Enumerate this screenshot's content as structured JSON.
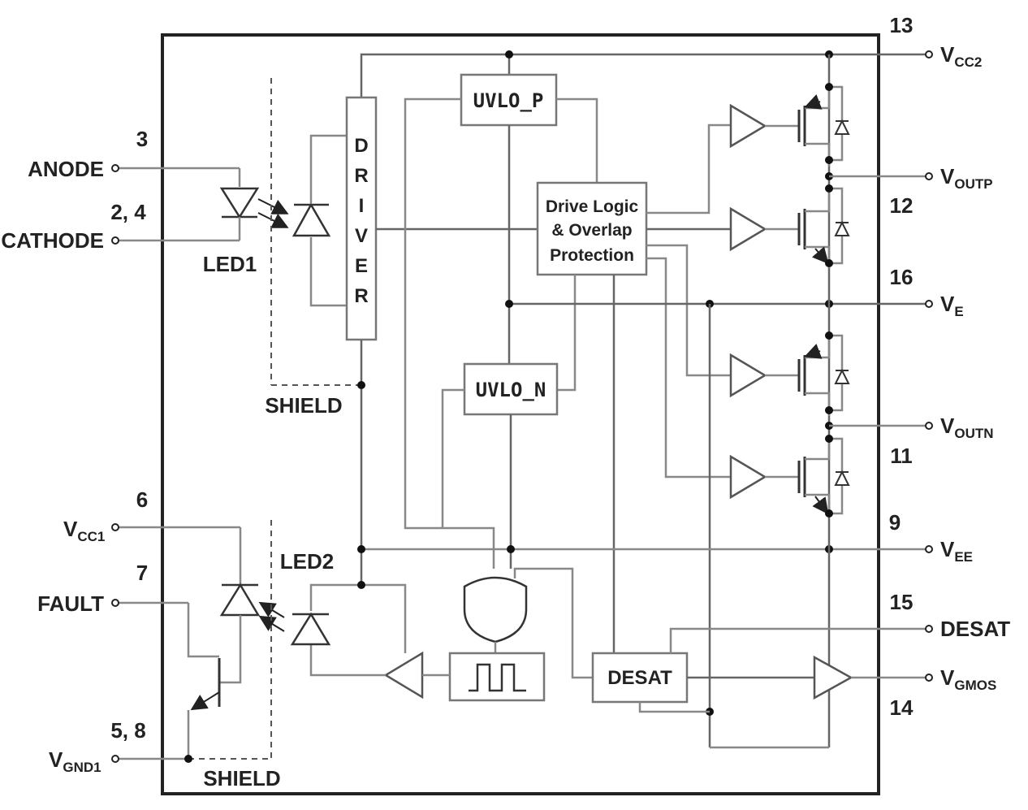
{
  "diagram": {
    "pins": {
      "anode": {
        "num": "3",
        "label": "ANODE"
      },
      "cathode": {
        "num": "2, 4",
        "label": "CATHODE"
      },
      "vcc1": {
        "num": "6",
        "main": "V",
        "sub": "CC1"
      },
      "fault": {
        "num": "7",
        "label": "FAULT"
      },
      "vgnd1": {
        "num": "5, 8",
        "main": "V",
        "sub": "GND1"
      },
      "vcc2": {
        "num": "13",
        "main": "V",
        "sub": "CC2"
      },
      "voutp": {
        "num": "12",
        "main": "V",
        "sub": "OUTP"
      },
      "ve": {
        "num": "16",
        "main": "V",
        "sub": "E"
      },
      "voutn": {
        "num": "11",
        "main": "V",
        "sub": "OUTN"
      },
      "vee": {
        "num": "9",
        "main": "V",
        "sub": "EE"
      },
      "desat": {
        "num": "15",
        "label": "DESAT"
      },
      "vgmos": {
        "num": "14",
        "main": "V",
        "sub": "GMOS"
      }
    },
    "blocks": {
      "uvlo_p": "UVLO_P",
      "uvlo_n": "UVLO_N",
      "drive_logic": [
        "Drive Logic",
        "& Overlap",
        "Protection"
      ],
      "desat_block": "DESAT",
      "driver_letters": [
        "D",
        "R",
        "I",
        "V",
        "E",
        "R"
      ]
    },
    "labels": {
      "led1": "LED1",
      "led2": "LED2",
      "shield_top": "SHIELD",
      "shield_bottom": "SHIELD"
    }
  }
}
